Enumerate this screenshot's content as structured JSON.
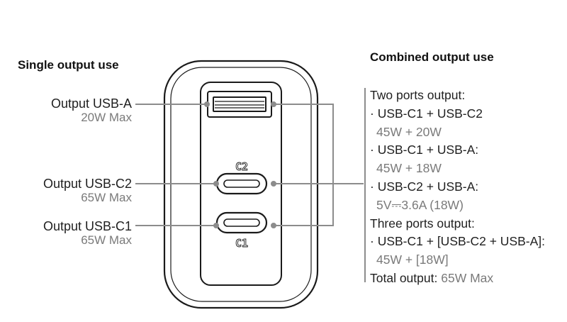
{
  "headings": {
    "single": "Single output use",
    "combined": "Combined output use"
  },
  "ports_left": [
    {
      "name": "Output USB-A",
      "power": "20W Max"
    },
    {
      "name": "Output USB-C2",
      "power": "65W Max"
    },
    {
      "name": "Output USB-C1",
      "power": "65W Max"
    }
  ],
  "port_marks": {
    "c2": "C2",
    "c1": "C1"
  },
  "combined": {
    "two_ports_title": "Two ports output:",
    "two_ports": [
      {
        "combo": "· USB-C1 + USB-C2",
        "power": "45W + 20W"
      },
      {
        "combo": "· USB-C1 + USB-A:",
        "power": "45W + 18W"
      },
      {
        "combo": "· USB-C2 + USB-A:",
        "power": "5V⎓3.6A (18W)"
      }
    ],
    "three_ports_title": "Three ports output:",
    "three_ports": [
      {
        "combo": "· USB-C1 + [USB-C2 + USB-A]:",
        "power": "45W + [18W]"
      }
    ],
    "total_label": "Total output:",
    "total_value": "65W Max"
  },
  "colors": {
    "line": "#8c8c8c",
    "body_outline": "#1a1a1a",
    "gray_text": "#7a7a7a"
  }
}
